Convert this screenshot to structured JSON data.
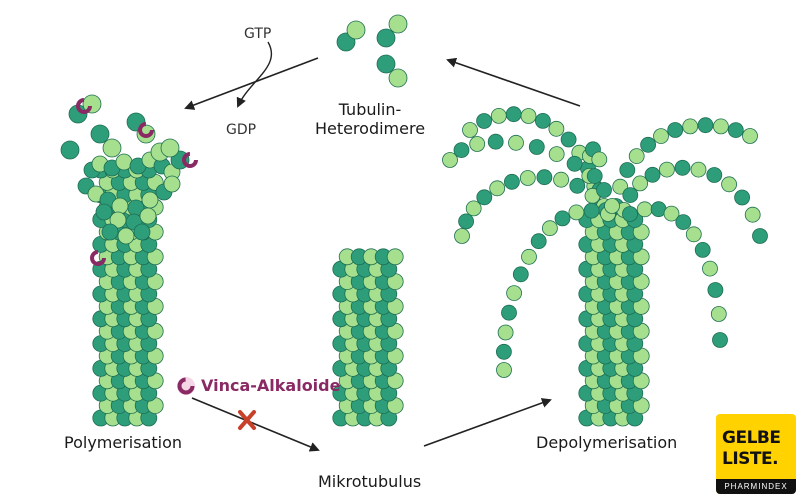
{
  "labels": {
    "tubulin_line1": "Tubulin-",
    "tubulin_line2": "Heterodimere",
    "gtp": "GTP",
    "gdp": "GDP",
    "vinca": "Vinca-Alkaloide",
    "polymerisation": "Polymerisation",
    "mikrotubulus": "Mikrotubulus",
    "depolymerisation": "Depolymerisation"
  },
  "logo": {
    "line1": "GELBE",
    "line2": "LISTE.",
    "sub": "PHARMINDEX"
  },
  "colors": {
    "dark_green": "#2e9e7a",
    "light_green": "#a6e08e",
    "outline": "#1d6e52",
    "vinca_purple": "#8a2a64",
    "inhibit_red": "#c8402a",
    "logo_yellow": "#ffd200"
  }
}
